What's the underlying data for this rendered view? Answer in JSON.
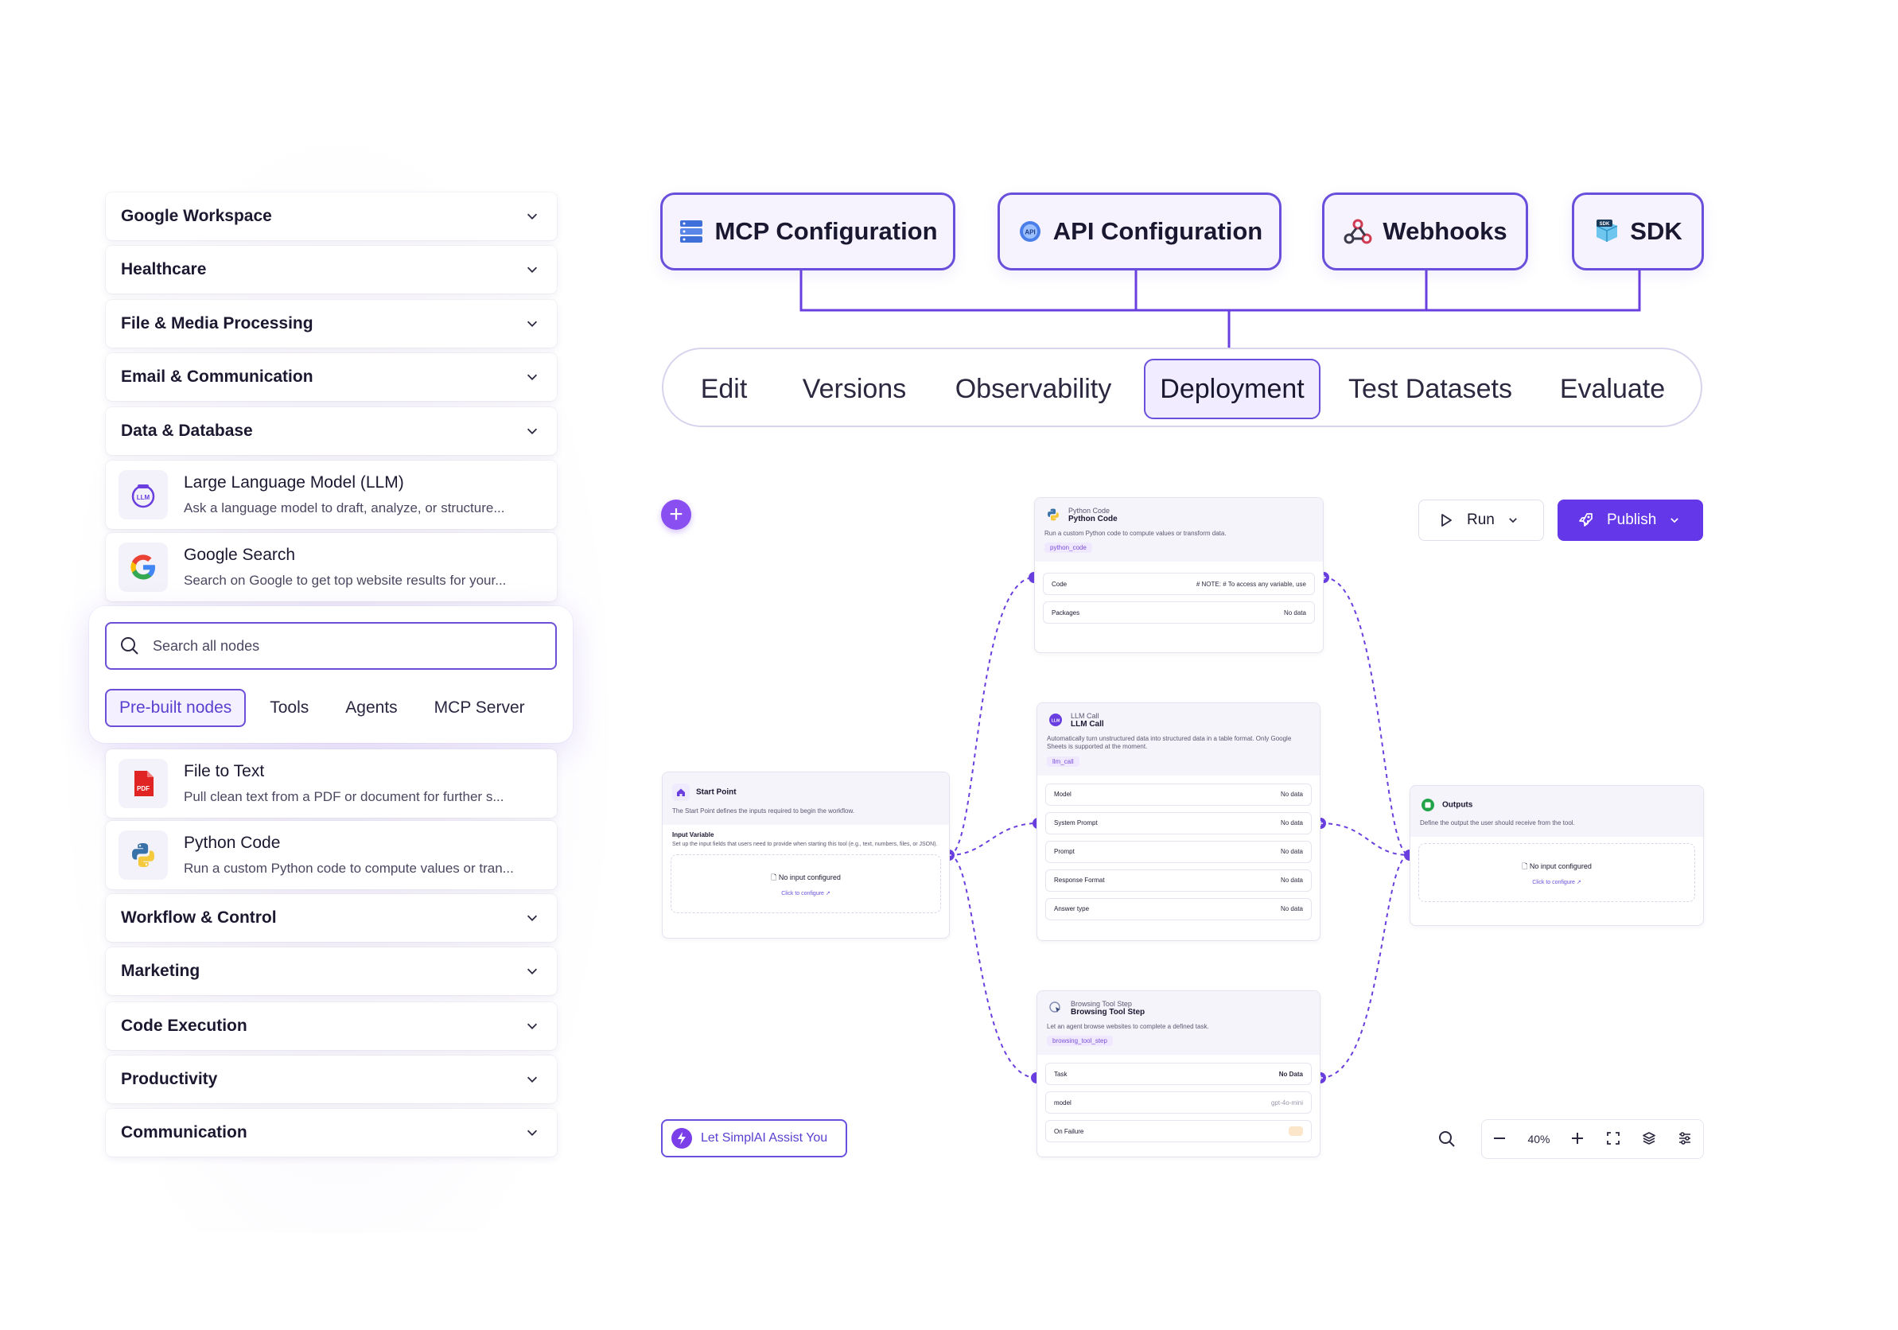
{
  "sidebar": {
    "categories_top": [
      {
        "label": "Google Workspace"
      },
      {
        "label": "Healthcare"
      },
      {
        "label": "File & Media Processing"
      },
      {
        "label": "Email & Communication"
      },
      {
        "label": "Data & Database"
      }
    ],
    "nodes_top": [
      {
        "title": "Large Language Model (LLM)",
        "desc": "Ask a language model to draft, analyze, or structure...",
        "icon": "llm-icon"
      },
      {
        "title": "Google Search",
        "desc": "Search on Google to get top website results for your...",
        "icon": "google-icon"
      }
    ],
    "search": {
      "placeholder": "Search all nodes",
      "chips": [
        "Pre-built nodes",
        "Tools",
        "Agents",
        "MCP Server"
      ],
      "active_chip": "Pre-built nodes"
    },
    "nodes_bottom": [
      {
        "title": "File to Text",
        "desc": "Pull clean text from a PDF or document for further s...",
        "icon": "pdf-icon"
      },
      {
        "title": "Python Code",
        "desc": "Run a custom Python code to compute values or tran...",
        "icon": "python-icon"
      }
    ],
    "categories_bottom": [
      {
        "label": "Workflow & Control"
      },
      {
        "label": "Marketing"
      },
      {
        "label": "Code Execution"
      },
      {
        "label": "Productivity"
      },
      {
        "label": "Communication"
      }
    ]
  },
  "configs": [
    {
      "label": "MCP Configuration",
      "icon": "server-icon"
    },
    {
      "label": "API Configuration",
      "icon": "api-icon"
    },
    {
      "label": "Webhooks",
      "icon": "webhook-icon"
    },
    {
      "label": "SDK",
      "icon": "sdk-icon"
    }
  ],
  "tabs": {
    "items": [
      "Edit",
      "Versions",
      "Observability",
      "Deployment",
      "Test Datasets",
      "Evaluate"
    ],
    "active": "Deployment"
  },
  "toolbar": {
    "run_label": "Run",
    "publish_label": "Publish"
  },
  "canvas": {
    "start": {
      "title": "Start Point",
      "desc": "The Start Point defines the inputs required to begin the workflow.",
      "input_label": "Input Variable",
      "input_desc": "Set up the input fields that users need to provide when starting this tool (e.g., text, numbers, files, or JSON).",
      "empty": "No input configured",
      "configure": "Click to configure ↗"
    },
    "python": {
      "small": "Python Code",
      "title": "Python Code",
      "desc": "Run a custom Python code to compute values or transform data.",
      "tag": "python_code",
      "rows": [
        {
          "label": "Code",
          "value": "# NOTE: # To access any variable, use"
        },
        {
          "label": "Packages",
          "value": "No data"
        }
      ]
    },
    "llm": {
      "small": "LLM Call",
      "title": "LLM Call",
      "desc": "Automatically turn unstructured data into structured data in a table format. Only Google Sheets is supported at the moment.",
      "tag": "llm_call",
      "rows": [
        {
          "label": "Model",
          "value": "No data"
        },
        {
          "label": "System Prompt",
          "value": "No data"
        },
        {
          "label": "Prompt",
          "value": "No data"
        },
        {
          "label": "Response Format",
          "value": "No data"
        },
        {
          "label": "Answer type",
          "value": "No data"
        }
      ]
    },
    "browse": {
      "small": "Browsing Tool Step",
      "title": "Browsing Tool Step",
      "desc": "Let an agent browse websites to complete a defined task.",
      "tag": "browsing_tool_step",
      "rows": [
        {
          "label": "Task",
          "value": "No Data"
        },
        {
          "label": "model",
          "value": "gpt-4o-mini"
        },
        {
          "label": "On Failure",
          "value": ""
        }
      ]
    },
    "outputs": {
      "title": "Outputs",
      "desc": "Define the output the user should receive from the tool.",
      "empty": "No input configured",
      "configure": "Click to configure ↗"
    }
  },
  "assist_label": "Let SimplAI Assist You",
  "zoom_level": "40%",
  "colors": {
    "accent": "#6437e8",
    "border_accent": "#6a4fdc",
    "edge": "#6a3fe0"
  }
}
